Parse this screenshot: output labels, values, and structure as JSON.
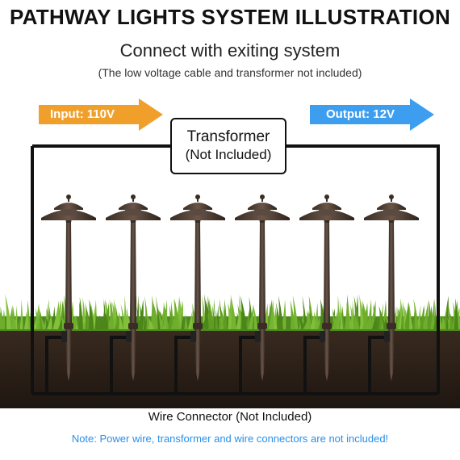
{
  "title": "PATHWAY LIGHTS SYSTEM ILLUSTRATION",
  "subtitle": "Connect with exiting system",
  "note_top": "(The low voltage cable and transformer not included)",
  "input_label": "Input: 110V",
  "output_label": "Output: 12V",
  "transformer_title": "Transformer",
  "transformer_note": "(Not Included)",
  "wire_connector_label": "Wire Connector (Not Included)",
  "note_bottom": "Note: Power wire, transformer and wire connectors are not included!",
  "colors": {
    "input_arrow": "#f0a02a",
    "output_arrow": "#3d9ef0",
    "note_blue": "#2a8fe6",
    "light_bronze": "#4a3a30",
    "grass": "#5a9a24",
    "soil": "#2c2118"
  },
  "lights_count": 6
}
